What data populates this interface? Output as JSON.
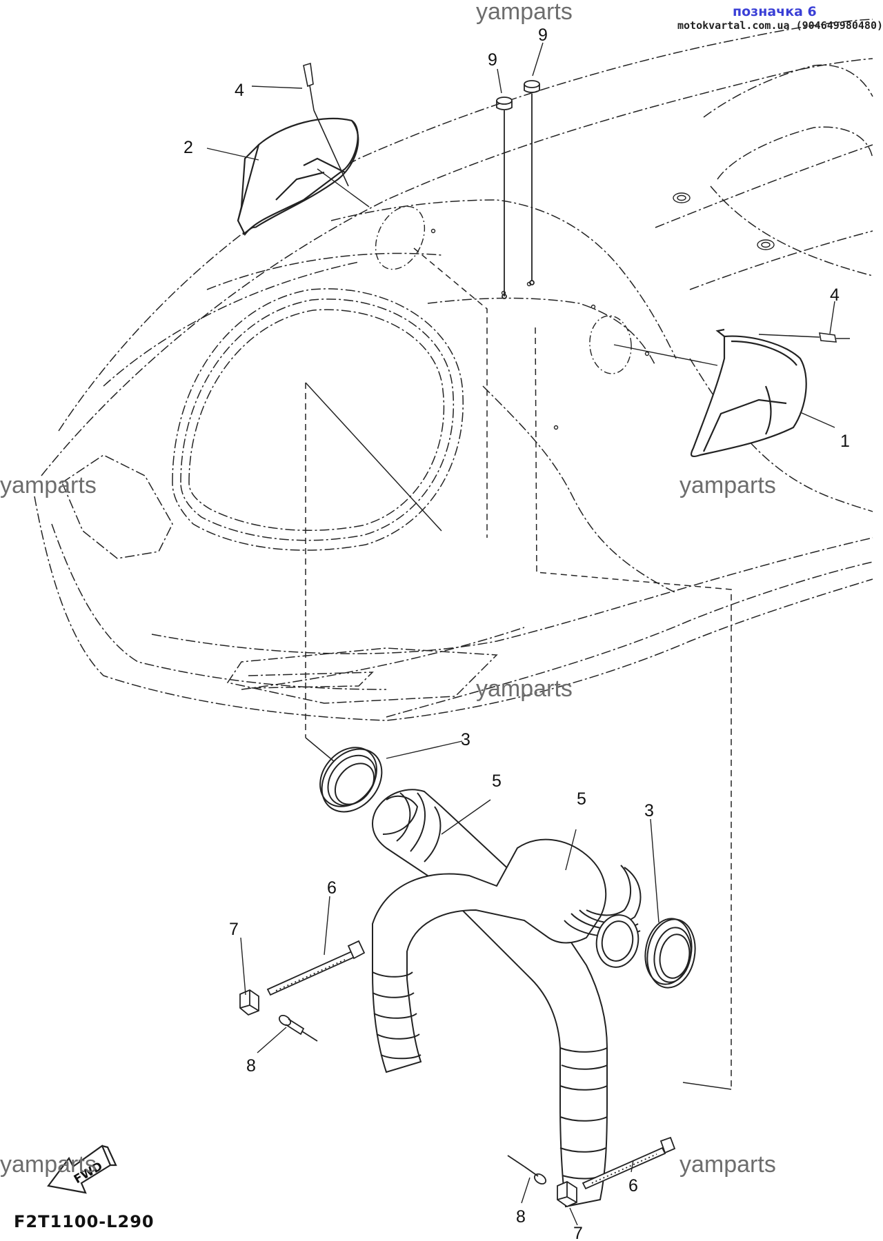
{
  "header": {
    "label": "позначка 6",
    "site": "motokvartal.com.ua (904649980480)"
  },
  "watermark": "yamparts",
  "diagram_code": "F2T1100-L290",
  "fwd_label": "FWD",
  "callouts": {
    "c1": "1",
    "c2": "2",
    "c3a": "3",
    "c3b": "3",
    "c4a": "4",
    "c4b": "4",
    "c5a": "5",
    "c5b": "5",
    "c6a": "6",
    "c6b": "6",
    "c7a": "7",
    "c7b": "7",
    "c8a": "8",
    "c8b": "8",
    "c9a": "9",
    "c9b": "9"
  }
}
